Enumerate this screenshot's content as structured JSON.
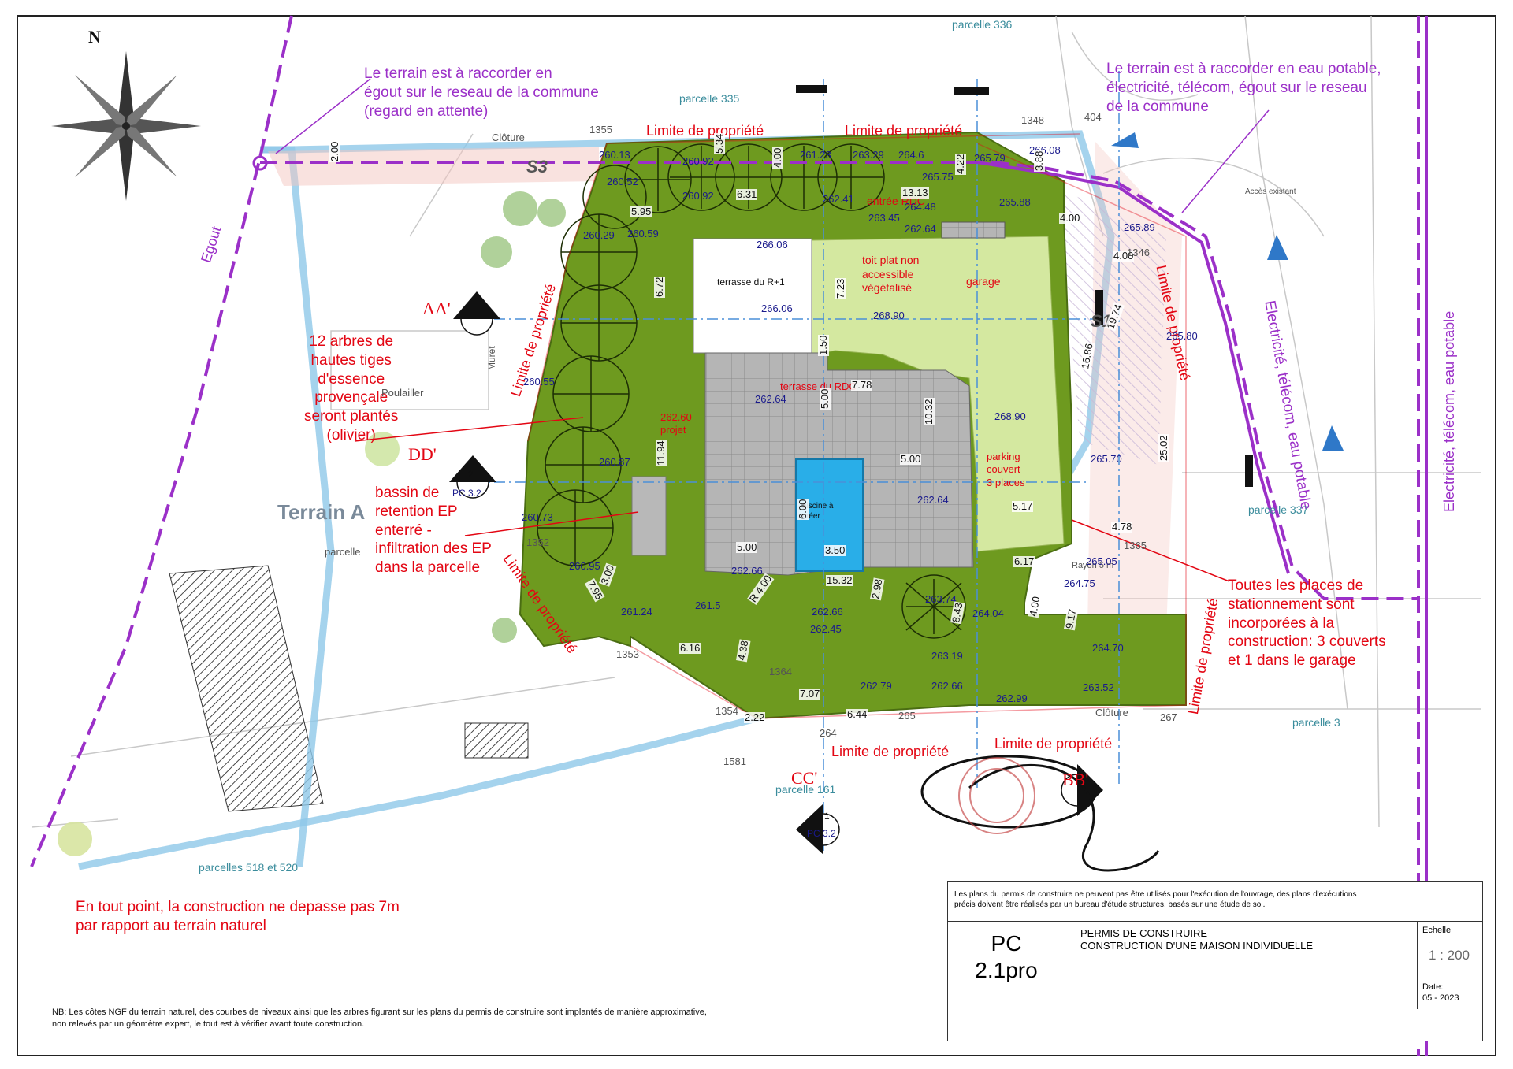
{
  "north": "N",
  "notes": {
    "sewer_left": [
      "Le terrain est à raccorder en",
      "égout sur le reseau de la commune",
      "(regard en attente)"
    ],
    "utilities_right": [
      "Le terrain est à raccorder en eau potable,",
      "électricité, télécom, égout sur le reseau",
      "de la commune"
    ],
    "trees": [
      "12 arbres de",
      "hautes tiges",
      "d'essence",
      "provençale",
      "seront plantés",
      "(olivier)"
    ],
    "basin": [
      "bassin de",
      "retention EP",
      "enterré -",
      "infiltration des EP",
      "dans la parcelle"
    ],
    "parking": [
      "Toutes les places de",
      "stationnement sont",
      "incorporées à la",
      "construction: 3 couverts",
      "et 1 dans le garage"
    ],
    "height": [
      "En tout point, la construction ne depasse pas 7m",
      "par rapport au terrain  naturel"
    ],
    "nb": [
      "NB: Les côtes NGF du terrain naturel, des courbes de niveaux ainsi que les arbres figurant sur les plans du permis de construire sont implantés de manière approximative,",
      "non relevés par un géomètre expert, le tout est à vérifier avant toute construction."
    ]
  },
  "labels": {
    "egout": "Egout",
    "limite": "Limite de propriété",
    "utilities_vertical": "Electricité, télécom, eau potable",
    "terrain_a": "Terrain A",
    "poulailler": "Poulailler",
    "mur": "Muret",
    "cloture": "Clôture",
    "acces": "Accès existant",
    "s1": "S1",
    "s3": "S3",
    "parcelle_335": "parcelle 335",
    "parcelle_336": "parcelle 336",
    "parcelle_337": "parcelle 337",
    "parcelle_3": "parcelle 3",
    "parcelle_161": "parcelle 161",
    "parcelles_518": "parcelles 518 et 520",
    "parcelle": "parcelle",
    "terrasse_r1": "terrasse du R+1",
    "terrasse_rdc": "terrasse du RDC",
    "toit_plat": [
      "toit plat non",
      "accessible",
      "végétalisé"
    ],
    "garage": "garage",
    "entree": "entrée RDC",
    "parking_couvert": [
      "parking",
      "couvert",
      "3 places"
    ],
    "projet": [
      "262.60",
      "projet"
    ],
    "piscine": [
      "piscine à",
      "créer"
    ],
    "rayon": "Rayon 5 m"
  },
  "sections": {
    "aa": "AA'",
    "dd": "DD'",
    "cc": "CC'",
    "bb": "BB'",
    "dd_num": "2",
    "dd_ref": "PC   3.2",
    "cc_num": "1",
    "cc_ref": "PC   3.2"
  },
  "levels": [
    "260.13",
    "260.52",
    "260.92",
    "260.92",
    "261.23",
    "263.29",
    "264.6",
    "265.79",
    "266.08",
    "265.75",
    "265.88",
    "264.48",
    "262.41",
    "263.45",
    "262.64",
    "260.29",
    "260.59",
    "266.06",
    "266.06",
    "268.90",
    "268.90",
    "265.89",
    "265.80",
    "265.70",
    "260.55",
    "260.87",
    "260.73",
    "260.95",
    "261.24",
    "261.5",
    "262.66",
    "262.66",
    "262.45",
    "262.79",
    "262.66",
    "262.99",
    "263.52",
    "263.19",
    "264.04",
    "264.70",
    "264.75",
    "265.05",
    "262.64",
    "262.64",
    "263.74"
  ],
  "dimensions": [
    "5.95",
    "5.34",
    "6.31",
    "4.00",
    "3.88",
    "13.13",
    "4.22",
    "4.00",
    "4.00",
    "6.72",
    "7.23",
    "1.50",
    "7.78",
    "5.00",
    "10.32",
    "5.00",
    "11.94",
    "19.74",
    "16.86",
    "4.78",
    "6.17",
    "5.00",
    "15.32",
    "3.00",
    "R 4.00",
    "2.98",
    "8.43",
    "9.17",
    "4.00",
    "4.38",
    "7.07",
    "6.44",
    "2.22",
    "2.00",
    "7.95",
    "6.16",
    "25.02",
    "3.50",
    "6.00",
    "5.17"
  ],
  "cartouche": {
    "disclaimer": [
      "Les plans du permis de construire ne peuvent pas être utilisés pour l'exécution de l'ouvrage, des plans d'exécutions",
      "précis doivent être réalisés par un bureau d'étude structures, basés sur une étude de sol."
    ],
    "code": [
      "PC",
      "2.1pro"
    ],
    "title": [
      "PERMIS DE CONSTRUIRE",
      "CONSTRUCTION D'UNE MAISON INDIVIDUELLE"
    ],
    "echelle_label": "Echelle",
    "echelle": "1 : 200",
    "date_label": "Date:",
    "date": "05 - 2023"
  },
  "parcel_numbers": [
    "1355",
    "1348",
    "404",
    "1346",
    "1365",
    "1364",
    "1352",
    "1353",
    "1354",
    "1581",
    "265",
    "267",
    "264"
  ],
  "colors": {
    "green": "#6e9a1f",
    "light_green": "#d4e8a0",
    "pool": "#29aee8",
    "purple": "#9b30c8",
    "red": "#e30613",
    "blue_line": "#8fc8e8"
  }
}
